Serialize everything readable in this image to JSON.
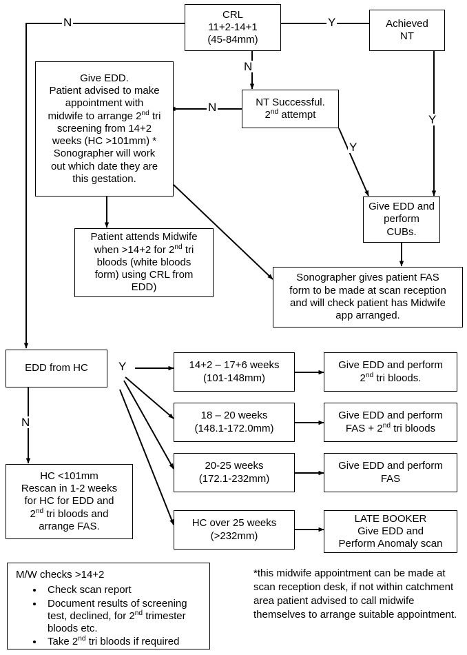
{
  "diagram": {
    "title": "Dating scan / EDD pathway flowchart",
    "line_color": "#000000",
    "box_border_color": "#000000",
    "background": "#ffffff"
  },
  "nodes": {
    "crl": {
      "lines": [
        "CRL",
        "11+2-14+1",
        "(45-84mm)"
      ]
    },
    "achieved_nt": {
      "lines": [
        "Achieved",
        "NT"
      ]
    },
    "nt_successful": {
      "lines": [
        "NT Successful.",
        "2nd attempt"
      ]
    },
    "give_edd_main": {
      "lines": [
        "Give EDD.",
        "Patient advised to make",
        "appointment with",
        "midwife to arrange 2nd tri",
        "screening from 14+2",
        "weeks (HC >101mm) *",
        "Sonographer will work",
        "out which date they are",
        "this gestation."
      ]
    },
    "patient_attends_midwife": {
      "lines": [
        "Patient attends Midwife",
        "when >14+2 for 2nd tri",
        "bloods (white bloods",
        "form) using CRL from",
        "EDD)"
      ]
    },
    "give_edd_cubs": {
      "lines": [
        "Give EDD and",
        "perform",
        "CUBs."
      ]
    },
    "sonographer_fas": {
      "lines": [
        "Sonographer gives patient FAS",
        "form to be made at scan reception",
        "and will check patient has Midwife",
        "app arranged."
      ]
    },
    "edd_from_hc": {
      "lines": [
        "EDD from HC"
      ]
    },
    "hc_under_101": {
      "lines": [
        "HC <101mm",
        "Rescan in 1-2 weeks",
        "for HC for EDD and",
        "2nd tri bloods and",
        "arrange FAS."
      ]
    },
    "range_1": {
      "lines": [
        "14+2 – 17+6 weeks",
        "(101-148mm)"
      ]
    },
    "range_2": {
      "lines": [
        "18 – 20 weeks",
        "(148.1-172.0mm)"
      ]
    },
    "range_3": {
      "lines": [
        "20-25 weeks",
        "(172.1-232mm)"
      ]
    },
    "range_4": {
      "lines": [
        "HC over 25 weeks",
        "(>232mm)"
      ]
    },
    "action_1": {
      "lines": [
        "Give EDD and perform",
        "2nd tri bloods."
      ]
    },
    "action_2": {
      "lines": [
        "Give EDD and perform",
        "FAS + 2nd tri bloods"
      ]
    },
    "action_3": {
      "lines": [
        "Give EDD and perform",
        "FAS"
      ]
    },
    "action_4": {
      "lines": [
        "LATE BOOKER",
        "Give EDD and",
        "Perform Anomaly scan"
      ]
    },
    "mw_checks": {
      "title": "M/W checks >14+2",
      "items": [
        "Check scan report",
        "Document results of screening test, declined, for 2nd trimester bloods etc.",
        "Take 2nd tri bloods if required"
      ]
    }
  },
  "edge_labels": {
    "crl_no_left": "N",
    "crl_yes_right": "Y",
    "crl_no_down": "N",
    "nt_retry_no": "N",
    "nt_successful_yes": "Y",
    "achieved_nt_yes": "Y",
    "edd_hc_yes": "Y",
    "edd_hc_no": "N"
  },
  "footnote": {
    "text": "*this midwife appointment can be made at scan reception desk, if not within catchment area patient advised to call midwife themselves to arrange suitable appointment."
  }
}
